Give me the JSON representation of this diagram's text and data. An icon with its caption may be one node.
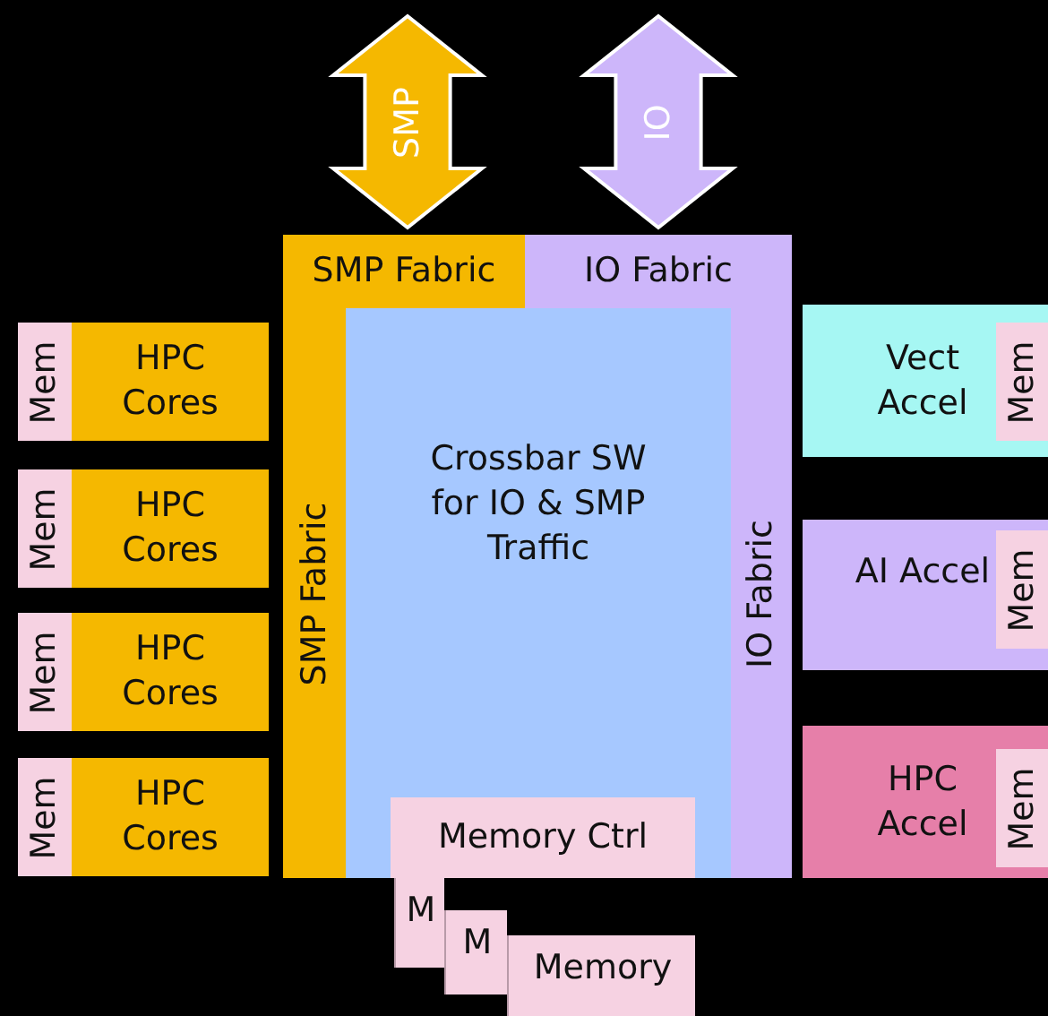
{
  "diagram": {
    "nodes": [
      {
        "text": [
          "SMP"
        ]
      },
      {
        "text": [
          "IO"
        ]
      },
      {
        "text": [
          "SMP Fabric"
        ]
      },
      {
        "text": [
          "IO Fabric"
        ]
      },
      {
        "text": [
          "SMP Fabric"
        ]
      },
      {
        "text": [
          "Crossbar SW for IO & SMP Traffic"
        ]
      },
      {
        "text": [
          "IO Fabric"
        ]
      },
      {
        "text": [
          "Memory Ctrl"
        ],
        "in": 5
      },
      {
        "text": [
          "HPC Cores"
        ]
      },
      {
        "text": [
          "Mem"
        ],
        "in": 8
      },
      {
        "text": [
          "HPC Cores"
        ]
      },
      {
        "text": [
          "Mem"
        ],
        "in": 10
      },
      {
        "text": [
          "HPC Cores"
        ]
      },
      {
        "text": [
          "Mem"
        ],
        "in": 12
      },
      {
        "text": [
          "HPC Cores"
        ]
      },
      {
        "text": [
          "Mem"
        ],
        "in": 14
      },
      {
        "text": [
          "Vect Accel"
        ]
      },
      {
        "text": [
          "Mem"
        ],
        "in": 16
      },
      {
        "text": [
          "AI Accel"
        ]
      },
      {
        "text": [
          "Mem"
        ],
        "in": 18
      },
      {
        "text": [
          "HPC Accel"
        ]
      },
      {
        "text": [
          "Mem"
        ],
        "in": 20
      },
      {
        "text": [
          "M"
        ]
      },
      {
        "text": [
          "M"
        ]
      },
      {
        "text": [
          "Memory"
        ]
      }
    ]
  }
}
